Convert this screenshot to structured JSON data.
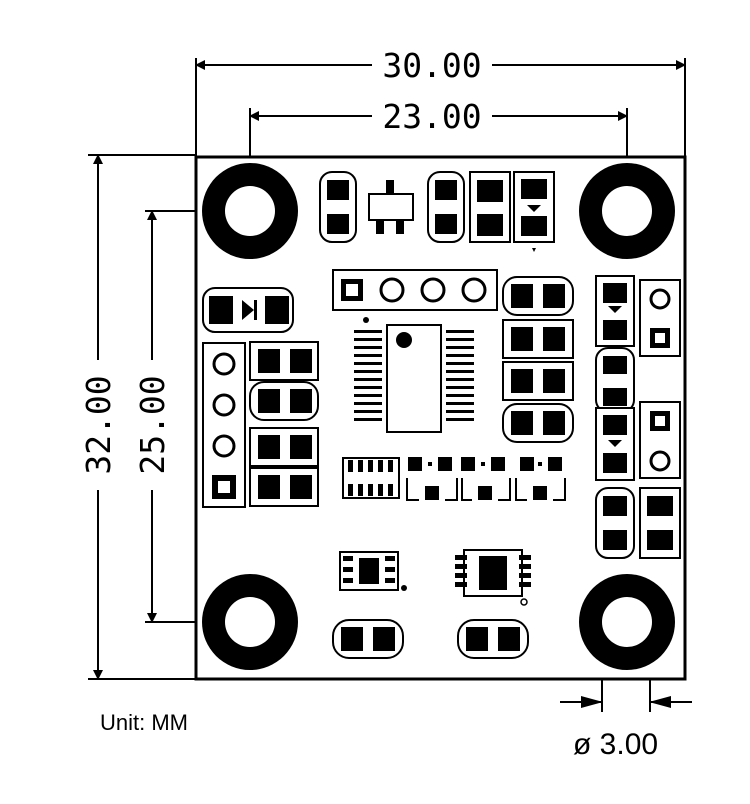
{
  "dimensions": {
    "board_width": "30.00",
    "hole_spacing_x": "23.00",
    "board_height": "32.00",
    "hole_spacing_y": "25.00",
    "hole_diameter_symbol": "ø",
    "hole_diameter": "3.00"
  },
  "unit_label": "Unit: MM",
  "colors": {
    "ink": "#000000",
    "paper": "#ffffff"
  }
}
